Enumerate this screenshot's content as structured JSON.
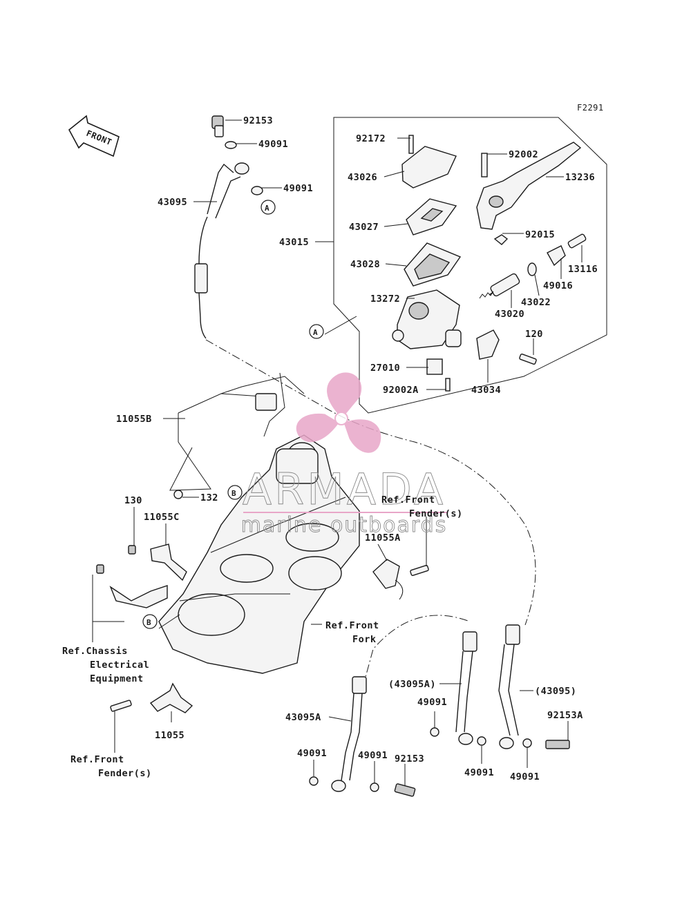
{
  "diagram_code": "F2291",
  "front_arrow": "FRONT",
  "watermark": {
    "brand": "ARMADA",
    "tagline": "marine outboards",
    "color": "#e8a6c8"
  },
  "parts": {
    "p92153_top": "92153",
    "p49091_a": "49091",
    "p49091_b": "49091",
    "p43095": "43095",
    "p43015": "43015",
    "p92172": "92172",
    "p43026": "43026",
    "p43027": "43027",
    "p43028": "43028",
    "p13272": "13272",
    "p27010": "27010",
    "p92002A": "92002A",
    "p92002": "92002",
    "p13236": "13236",
    "p92015": "92015",
    "p13116": "13116",
    "p49016": "49016",
    "p43022": "43022",
    "p43020": "43020",
    "p120": "120",
    "p43034": "43034",
    "p11055B": "11055B",
    "p132": "132",
    "p130": "130",
    "p11055C": "11055C",
    "p11055A": "11055A",
    "p11055": "11055",
    "p43095A_left": "43095A",
    "p43095A_paren": "(43095A)",
    "p43095_paren": "(43095)",
    "p92153A": "92153A",
    "p49091_c": "49091",
    "p49091_d": "49091",
    "p49091_e": "49091",
    "p49091_f": "49091",
    "p49091_g": "49091",
    "p92153_bot": "92153"
  },
  "refs": {
    "front_fender_top": [
      "Ref.Front",
      "Fender(s)"
    ],
    "front_fork": [
      "Ref.Front",
      "Fork"
    ],
    "chassis": [
      "Ref.Chassis",
      "Electrical",
      "Equipment"
    ],
    "front_fender_bottom": [
      "Ref.Front",
      "Fender(s)"
    ]
  },
  "markers": {
    "a1": "A",
    "a2": "A",
    "b1": "B",
    "b2": "B"
  }
}
